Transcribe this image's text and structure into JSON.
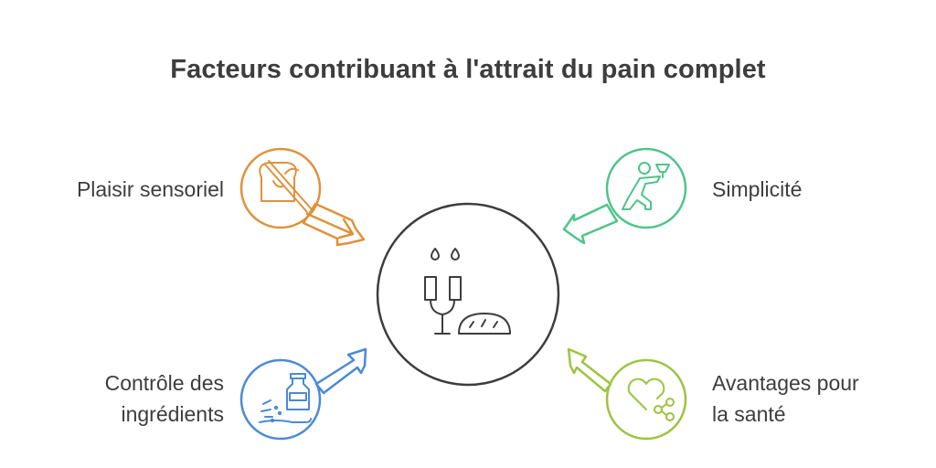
{
  "title": "Facteurs contribuant à l'attrait du pain complet",
  "center": {
    "icon": "wine-and-bread-icon"
  },
  "factors": [
    {
      "id": "plaisir",
      "line1": "Plaisir sensoriel",
      "line2": "",
      "color": "#e0913a",
      "icon": "bread-and-knife-icon",
      "arrow_direction": "toward-center"
    },
    {
      "id": "simplicite",
      "line1": "Simplicité",
      "line2": "",
      "color": "#4fc48a",
      "icon": "person-reaching-icon",
      "arrow_direction": "away-from-center"
    },
    {
      "id": "controle",
      "line1": "Contrôle des",
      "line2": "ingrédients",
      "color": "#4a8ad6",
      "icon": "milk-bottle-and-flour-icon",
      "arrow_direction": "toward-center"
    },
    {
      "id": "sante",
      "line1": "Avantages pour",
      "line2": "la santé",
      "color": "#9cc43e",
      "icon": "heart-share-icon",
      "arrow_direction": "away-from-center"
    }
  ]
}
